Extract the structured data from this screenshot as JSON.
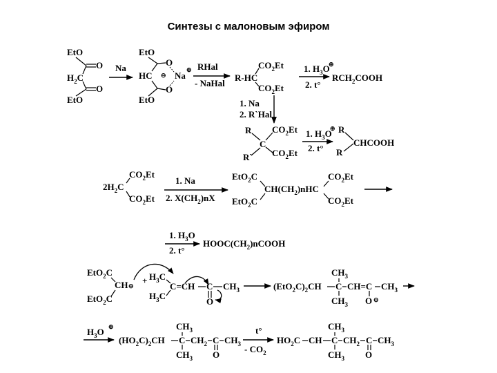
{
  "title": "Синтезы с малоновым эфиром",
  "scheme1": {
    "malonate_top": "EtO",
    "malonate_ch2": "H",
    "malonate_ch2_sub": "2",
    "malonate_ch2_c": "C",
    "malonate_bottom": "EtO",
    "o_top": "O",
    "o_bottom": "O",
    "reagent_na": "Na",
    "enolate_top": "EtO",
    "enolate_o1": "O",
    "enolate_hc": "HC",
    "enolate_minus": "⊖",
    "enolate_na": "Na",
    "enolate_plus": "⊕",
    "enolate_o2": "O",
    "enolate_bottom": "EtO",
    "reagent_rhal": "RHal",
    "reagent_nahal": "- NaHal",
    "alkyl_co2et_top": "CO",
    "alkyl_co2et_top_sub": "2",
    "alkyl_co2et_top_et": "Et",
    "alkyl_rhc": "R-HC",
    "alkyl_co2et_bottom": "CO",
    "alkyl_co2et_bottom_sub": "2",
    "alkyl_co2et_bottom_et": "Et",
    "step1": "1. H",
    "step1_sub": "3",
    "step1_o": "O",
    "step1_plus": "⊕",
    "step2": "2. t°",
    "product1": "RCH",
    "product1_sub": "2",
    "product1_end": "COOH",
    "reagent_down1": "1. Na",
    "reagent_down2": "2. R`Hal",
    "dialkyl_r_top": "R",
    "dialkyl_c": "C",
    "dialkyl_r_bottom": "R`",
    "dialkyl_co2et_top": "CO",
    "dialkyl_co2et_top_sub": "2",
    "dialkyl_co2et_top_et": "Et",
    "dialkyl_co2et_bottom": "CO",
    "dialkyl_co2et_bottom_sub": "2",
    "dialkyl_co2et_bottom_et": "Et",
    "product2_r_top": "R",
    "product2_r_bottom": "R",
    "product2_ch": "CHCOOH"
  },
  "scheme2": {
    "left_top": "CO",
    "left_top_sub": "2",
    "left_top_et": "Et",
    "left_2h2c": "2H",
    "left_2h2c_sub": "2",
    "left_2h2c_c": "C",
    "left_bottom": "CO",
    "left_bottom_sub": "2",
    "left_bottom_et": "Et",
    "reagent1": "1. Na",
    "reagent2": "2. X(CH",
    "reagent2_sub": "2",
    "reagent2_end": ")nX",
    "etozc_top": "EtO",
    "etozc_top_sub": "2",
    "etozc_top_c": "C",
    "middle": "CH(CH",
    "middle_sub": "2",
    "middle_end": ")nHC",
    "etozc_bottom": "EtO",
    "etozc_bottom_sub": "2",
    "etozc_bottom_c": "C",
    "right_top": "CO",
    "right_top_sub": "2",
    "right_top_et": "Et",
    "right_bottom": "CO",
    "right_bottom_sub": "2",
    "right_bottom_et": "Et",
    "step1": "1. H",
    "step1_sub": "3",
    "step1_o": "O",
    "step2": "2. t°",
    "product": "HOOC(CH",
    "product_sub": "2",
    "product_end": ")nCOOH"
  },
  "scheme3": {
    "etozc_top": "EtO",
    "etozc_top_sub": "2",
    "etozc_top_c": "C",
    "ch": "CH",
    "ch_minus": "⊖",
    "plus": "+",
    "etozc_bottom": "EtO",
    "etozc_bottom_sub": "2",
    "etozc_bottom_c": "C",
    "h3c_top": "H",
    "h3c_top_sub": "3",
    "h3c_top_c": "C",
    "ene": "C=CH",
    "dash_c": "C",
    "ch3": "CH",
    "ch3_sub": "3",
    "h3c_bottom": "H",
    "h3c_bottom_sub": "3",
    "h3c_bottom_c": "C",
    "o": "O",
    "product_left": "(EtO",
    "product_left_sub": "2",
    "product_left_end": "C)",
    "product_left_sub2": "2",
    "product_left_ch": "CH",
    "product_c": "C",
    "product_ch_c": "CH=C",
    "product_ch3": "CH",
    "product_ch3_sub": "3",
    "product_top_ch3": "CH",
    "product_top_ch3_sub": "3",
    "product_bottom_ch3": "CH",
    "product_bottom_ch3_sub": "3",
    "product_o": "O",
    "product_o_minus": "⊖"
  },
  "scheme4": {
    "h3o": "H",
    "h3o_sub": "3",
    "h3o_o": "O",
    "h3o_plus": "⊕",
    "acid_left": "(HO",
    "acid_left_sub": "2",
    "acid_left_end": "C)",
    "acid_left_sub2": "2",
    "acid_ch": "CH",
    "acid_c": "C",
    "acid_ch2": "CH",
    "acid_ch2_sub": "2",
    "acid_c2": "C",
    "acid_ch3": "CH",
    "acid_ch3_sub": "3",
    "acid_top_ch3": "CH",
    "acid_top_ch3_sub": "3",
    "acid_bottom_ch3": "CH",
    "acid_bottom_ch3_sub": "3",
    "acid_o": "O",
    "cond_t": "t°",
    "cond_co2": "- CO",
    "cond_co2_sub": "2",
    "final_ho2c": "HO",
    "final_ho2c_sub": "2",
    "final_ho2c_end": "C",
    "final_ch": "CH",
    "final_c": "C",
    "final_ch2": "CH",
    "final_ch2_sub": "2",
    "final_c2": "C",
    "final_ch3": "CH",
    "final_ch3_sub": "3",
    "final_top_ch3": "CH",
    "final_top_ch3_sub": "3",
    "final_bottom_ch3": "CH",
    "final_bottom_ch3_sub": "3",
    "final_o": "O"
  }
}
